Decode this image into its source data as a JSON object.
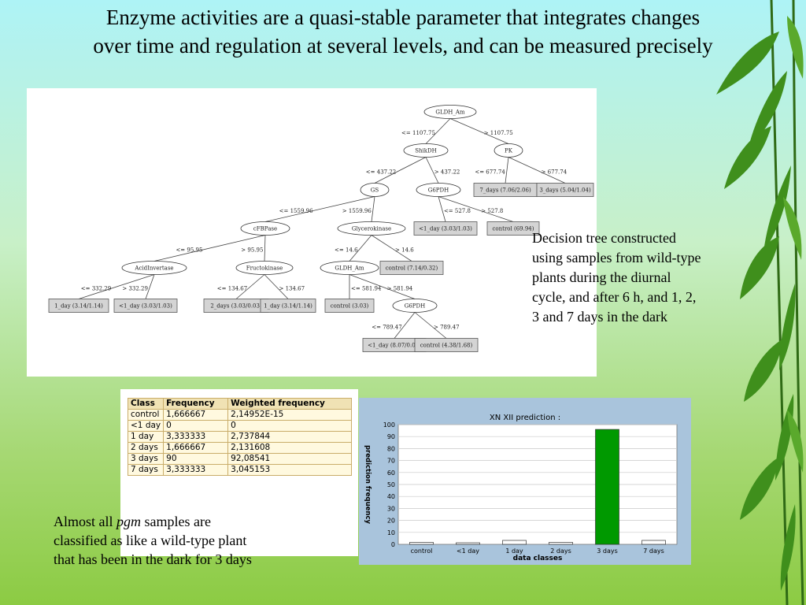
{
  "title": {
    "line1": "Enzyme activities are a quasi-stable parameter that integrates changes",
    "line2": "over time and regulation at several levels, and can be measured precisely"
  },
  "tree": {
    "nodes": [
      {
        "id": "n1",
        "kind": "split",
        "label": "GLDH_Am"
      },
      {
        "id": "n2",
        "kind": "split",
        "label": "ShikDH"
      },
      {
        "id": "n3",
        "kind": "split",
        "label": "PK"
      },
      {
        "id": "n4",
        "kind": "split",
        "label": "GS"
      },
      {
        "id": "n5",
        "kind": "split",
        "label": "G6PDH"
      },
      {
        "id": "n6",
        "kind": "leaf",
        "label": "7_days (7.06/2.06)"
      },
      {
        "id": "n7",
        "kind": "leaf",
        "label": "3_days (5.04/1.04)"
      },
      {
        "id": "n8",
        "kind": "split",
        "label": "cFBPase"
      },
      {
        "id": "n9",
        "kind": "split",
        "label": "Glycerokinase"
      },
      {
        "id": "n10",
        "kind": "leaf",
        "label": "<1_day (3.03/1.03)"
      },
      {
        "id": "n11",
        "kind": "leaf",
        "label": "control (69.94)"
      },
      {
        "id": "n12",
        "kind": "split",
        "label": "AcidInvertase"
      },
      {
        "id": "n13",
        "kind": "split",
        "label": "Fructokinase"
      },
      {
        "id": "n14",
        "kind": "split",
        "label": "GLDH_Am"
      },
      {
        "id": "n15",
        "kind": "leaf",
        "label": "control (7.14/0.32)"
      },
      {
        "id": "n16",
        "kind": "leaf",
        "label": "1_day (3.14/1.14)"
      },
      {
        "id": "n17",
        "kind": "leaf",
        "label": "<1_day (3.03/1.03)"
      },
      {
        "id": "n18",
        "kind": "leaf",
        "label": "2_days (3.03/0.03)"
      },
      {
        "id": "n19",
        "kind": "leaf",
        "label": "1_day (3.14/1.14)"
      },
      {
        "id": "n20",
        "kind": "leaf",
        "label": "control (3.03)"
      },
      {
        "id": "n21",
        "kind": "split",
        "label": "G6PDH"
      },
      {
        "id": "n22",
        "kind": "leaf",
        "label": "<1_day (8.07/0.07)"
      },
      {
        "id": "n23",
        "kind": "leaf",
        "label": "control (4.38/1.68)"
      }
    ],
    "edges": [
      {
        "from": "n1",
        "to": "n2",
        "label": "<= 1107.75"
      },
      {
        "from": "n1",
        "to": "n3",
        "label": "> 1107.75"
      },
      {
        "from": "n2",
        "to": "n4",
        "label": "<= 437.22"
      },
      {
        "from": "n2",
        "to": "n5",
        "label": "> 437.22"
      },
      {
        "from": "n3",
        "to": "n6",
        "label": "<= 677.74"
      },
      {
        "from": "n3",
        "to": "n7",
        "label": "> 677.74"
      },
      {
        "from": "n4",
        "to": "n8",
        "label": "<= 1559.96"
      },
      {
        "from": "n4",
        "to": "n9",
        "label": "> 1559.96"
      },
      {
        "from": "n5",
        "to": "n10",
        "label": "<= 527.8"
      },
      {
        "from": "n5",
        "to": "n11",
        "label": "> 527.8"
      },
      {
        "from": "n8",
        "to": "n12",
        "label": "<= 95.95"
      },
      {
        "from": "n8",
        "to": "n13",
        "label": "> 95.95"
      },
      {
        "from": "n9",
        "to": "n14",
        "label": "<= 14.6"
      },
      {
        "from": "n9",
        "to": "n15",
        "label": "> 14.6"
      },
      {
        "from": "n12",
        "to": "n16",
        "label": "<= 332.29"
      },
      {
        "from": "n12",
        "to": "n17",
        "label": "> 332.29"
      },
      {
        "from": "n13",
        "to": "n18",
        "label": "<= 134.67"
      },
      {
        "from": "n13",
        "to": "n19",
        "label": "> 134.67"
      },
      {
        "from": "n14",
        "to": "n20",
        "label": "<= 581.94"
      },
      {
        "from": "n14",
        "to": "n21",
        "label": "> 581.94"
      },
      {
        "from": "n21",
        "to": "n22",
        "label": "<= 789.47"
      },
      {
        "from": "n21",
        "to": "n23",
        "label": "> 789.47"
      }
    ]
  },
  "tree_caption": {
    "lines": [
      "Decision tree constructed",
      "using samples from wild-type",
      "plants during the diurnal",
      "cycle, and after 6 h, and 1, 2,",
      "3 and 7 days in the dark"
    ]
  },
  "table": {
    "headers": [
      "Class",
      "Frequency",
      "Weighted frequency"
    ],
    "rows": [
      [
        "control",
        "1,666667",
        "2,14952E-15"
      ],
      [
        "<1 day",
        "0",
        "0"
      ],
      [
        "1 day",
        "3,333333",
        "2,737844"
      ],
      [
        "2 days",
        "1,666667",
        "2,131608"
      ],
      [
        "3 days",
        "90",
        "92,08541"
      ],
      [
        "7 days",
        "3,333333",
        "3,045153"
      ]
    ]
  },
  "chart_data": {
    "type": "bar",
    "title": "XN XII prediction :",
    "xlabel": "data classes",
    "ylabel": "prediction frequency",
    "categories": [
      "control",
      "<1 day",
      "1 day",
      "2 days",
      "3 days",
      "7 days"
    ],
    "values": [
      1.7,
      0,
      3.3,
      1.7,
      96,
      3.3
    ],
    "ylim": [
      0,
      100
    ],
    "yticks": [
      0,
      10,
      20,
      30,
      40,
      50,
      60,
      70,
      80,
      90,
      100
    ],
    "grid": true,
    "colors": {
      "frame": "#a9c4dc",
      "highlight": "#009900",
      "bar": "#ffffff"
    }
  },
  "pgm_caption": {
    "l1_pre": "Almost all ",
    "l1_em": "pgm",
    "l1_post": " samples are",
    "l2": "classified as like a wild-type plant",
    "l3": "that has been in the dark for 3 days"
  }
}
